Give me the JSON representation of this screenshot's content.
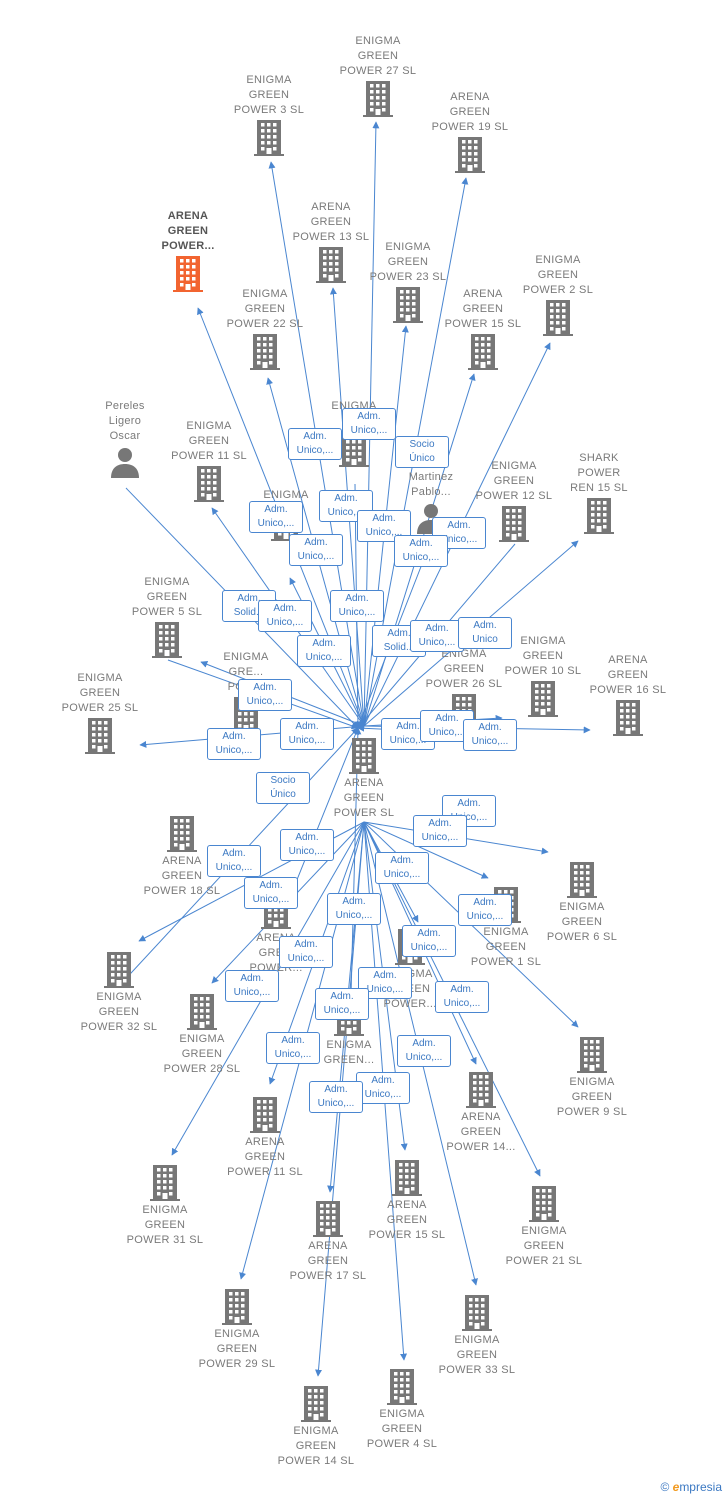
{
  "center": {
    "label": "ARENA\nGREEN\nPOWER  SL",
    "icon": "building-icon"
  },
  "nodes": [
    {
      "id": "n1",
      "label": "ENIGMA\nGREEN\nPOWER 3  SL",
      "icon": "building-icon"
    },
    {
      "id": "n2",
      "label": "ENIGMA\nGREEN\nPOWER 27  SL",
      "icon": "building-icon"
    },
    {
      "id": "n3",
      "label": "ARENA\nGREEN\nPOWER 19  SL",
      "icon": "building-icon"
    },
    {
      "id": "n4",
      "label": "ARENA\nGREEN\nPOWER...",
      "icon": "building-icon",
      "focus": true
    },
    {
      "id": "n5",
      "label": "ARENA\nGREEN\nPOWER 13  SL",
      "icon": "building-icon"
    },
    {
      "id": "n6",
      "label": "ENIGMA\nGREEN\nPOWER 23  SL",
      "icon": "building-icon"
    },
    {
      "id": "n7",
      "label": "ENIGMA\nGREEN\nPOWER 2  SL",
      "icon": "building-icon"
    },
    {
      "id": "n8",
      "label": "ENIGMA\nGREEN\nPOWER 22  SL",
      "icon": "building-icon"
    },
    {
      "id": "n9",
      "label": "ARENA\nGREEN\nPOWER 15  SL",
      "icon": "building-icon"
    },
    {
      "id": "n10",
      "label": "Pereles\nLigero\nOscar",
      "icon": "person-icon"
    },
    {
      "id": "n11",
      "label": "ENIGMA\nGREEN\nPOWER 11  SL",
      "icon": "building-icon"
    },
    {
      "id": "n12",
      "label": "ENIGMA\nG...",
      "icon": "building-icon"
    },
    {
      "id": "n13",
      "label": "...a\nMartinez\nPablo...",
      "icon": "person-icon"
    },
    {
      "id": "n14",
      "label": "ENIGMA\nGREEN\nPOWER 12  SL",
      "icon": "building-icon"
    },
    {
      "id": "n15",
      "label": "SHARK\nPOWER\nREN 15  SL",
      "icon": "building-icon"
    },
    {
      "id": "n16",
      "label": "ENIGMA",
      "icon": "building-icon"
    },
    {
      "id": "n17",
      "label": "ENIGMA\nGREEN\nPOWER 5  SL",
      "icon": "building-icon"
    },
    {
      "id": "n18",
      "label": "ENIGMA\nGREEN\nPOWER 26  SL",
      "icon": "building-icon"
    },
    {
      "id": "n19",
      "label": "ENIGMA\nGREEN\nPOWER 10  SL",
      "icon": "building-icon"
    },
    {
      "id": "n20",
      "label": "ARENA\nGREEN\nPOWER 16  SL",
      "icon": "building-icon"
    },
    {
      "id": "n21",
      "label": "ENIGMA\nGREEN\nPOWER 25  SL",
      "icon": "building-icon"
    },
    {
      "id": "n22",
      "label": "ENIGMA\nGRE...\nPOW...",
      "icon": "building-icon"
    },
    {
      "id": "n23",
      "label": "ARENA\nGREEN\nPOWER 18  SL",
      "icon": "building-icon"
    },
    {
      "id": "n24",
      "label": "ENIGMA\nGREEN\nPOWER 6  SL",
      "icon": "building-icon"
    },
    {
      "id": "n25",
      "label": "ENIGMA\nGREEN\nPOWER 1  SL",
      "icon": "building-icon"
    },
    {
      "id": "n26",
      "label": "ARENA\nGRE...\nPOWER...",
      "icon": "building-icon"
    },
    {
      "id": "n27",
      "label": "ENIGMA\nGREEN\nPOWER 32  SL",
      "icon": "building-icon"
    },
    {
      "id": "n28",
      "label": "ENIGMA\nGREEN\nPOWER 28  SL",
      "icon": "building-icon"
    },
    {
      "id": "n29",
      "label": "ENIGMA\nGREEN\nPOWER 9  SL",
      "icon": "building-icon"
    },
    {
      "id": "n30",
      "label": "ENIGMA\nGREEN\nPOWER...",
      "icon": "building-icon"
    },
    {
      "id": "n31",
      "label": "ENIGMA\nGREEN...",
      "icon": "building-icon"
    },
    {
      "id": "n32",
      "label": "ARENA\nGREEN\nPOWER 14...",
      "icon": "building-icon"
    },
    {
      "id": "n33",
      "label": "ARENA\nGREEN\nPOWER 11  SL",
      "icon": "building-icon"
    },
    {
      "id": "n34",
      "label": "ENIGMA\nGREEN\nPOWER 31  SL",
      "icon": "building-icon"
    },
    {
      "id": "n35",
      "label": "ARENA\nGREEN\nPOWER 15  SL",
      "icon": "building-icon"
    },
    {
      "id": "n36",
      "label": "ENIGMA\nGREEN\nPOWER 21  SL",
      "icon": "building-icon"
    },
    {
      "id": "n37",
      "label": "ARENA\nGREEN\nPOWER 17  SL",
      "icon": "building-icon"
    },
    {
      "id": "n38",
      "label": "ENIGMA\nGREEN\nPOWER 29  SL",
      "icon": "building-icon"
    },
    {
      "id": "n39",
      "label": "ENIGMA\nGREEN\nPOWER 33  SL",
      "icon": "building-icon"
    },
    {
      "id": "n40",
      "label": "ENIGMA\nGREEN\nPOWER 4  SL",
      "icon": "building-icon"
    },
    {
      "id": "n41",
      "label": "ENIGMA\nGREEN\nPOWER 14  SL",
      "icon": "building-icon"
    }
  ],
  "relations": [
    {
      "id": "r1",
      "text": "Adm.\nUnico,..."
    },
    {
      "id": "r2",
      "text": "Adm.\nUnico,..."
    },
    {
      "id": "r3",
      "text": "Socio\nÚnico"
    },
    {
      "id": "r4",
      "text": "Adm.\nUnico,..."
    },
    {
      "id": "r5",
      "text": "Adm.\nUnico,..."
    },
    {
      "id": "r6",
      "text": "Adm.\nUnico,..."
    },
    {
      "id": "r7",
      "text": "Adm.\nUnico,..."
    },
    {
      "id": "r8",
      "text": "Adm.\nUnico,..."
    },
    {
      "id": "r9",
      "text": "Adm.\nUnico,..."
    },
    {
      "id": "r10",
      "text": "Adm.\nSolid..."
    },
    {
      "id": "r11",
      "text": "Adm.\nUnico,..."
    },
    {
      "id": "r12",
      "text": "Adm.\nUnico,..."
    },
    {
      "id": "r13",
      "text": "Adm.\nSolid..."
    },
    {
      "id": "r14",
      "text": "Adm.\nUnico,..."
    },
    {
      "id": "r15",
      "text": "Adm.\nUnico"
    },
    {
      "id": "r16",
      "text": "Adm.\nUnico,..."
    },
    {
      "id": "r17",
      "text": "Adm.\nUnico,..."
    },
    {
      "id": "r18",
      "text": "Adm.\nUnico,..."
    },
    {
      "id": "r19",
      "text": "Adm.\nUnico,..."
    },
    {
      "id": "r20",
      "text": "Adm.\nUnico,..."
    },
    {
      "id": "r21",
      "text": "Adm.\nUnico,..."
    },
    {
      "id": "r22",
      "text": "Adm.\nUnico,..."
    },
    {
      "id": "r23",
      "text": "Socio\nÚnico"
    },
    {
      "id": "r24",
      "text": "Adm.\nUnico,..."
    },
    {
      "id": "r25",
      "text": "Adm.\nUnico,..."
    },
    {
      "id": "r26",
      "text": "Adm.\nUnico,..."
    },
    {
      "id": "r27",
      "text": "Adm.\nUnico,..."
    },
    {
      "id": "r28",
      "text": "Adm.\nUnico,..."
    },
    {
      "id": "r29",
      "text": "Adm.\nUnico,..."
    },
    {
      "id": "r30",
      "text": "Adm.\nUnico,..."
    },
    {
      "id": "r31",
      "text": "Adm.\nUnico,..."
    },
    {
      "id": "r32",
      "text": "Adm.\nUnico,..."
    },
    {
      "id": "r33",
      "text": "Adm.\nUnico,..."
    },
    {
      "id": "r34",
      "text": "Adm.\nUnico,..."
    },
    {
      "id": "r35",
      "text": "Adm.\nUnico,..."
    },
    {
      "id": "r36",
      "text": "Adm.\nUnico,..."
    },
    {
      "id": "r37",
      "text": "Adm.\nUnico,..."
    },
    {
      "id": "r38",
      "text": "Adm.\nUnico,..."
    },
    {
      "id": "r39",
      "text": "Adm.\nUnico,..."
    },
    {
      "id": "r40",
      "text": "Adm.\nUnico,..."
    },
    {
      "id": "r41",
      "text": "Adm.\nUnico,..."
    }
  ],
  "brand": {
    "copyright": "©",
    "name_initial": "e",
    "name_rest": "mpresia"
  },
  "colors": {
    "edge": "#4a86d0",
    "node_icon": "#777777",
    "focus_icon": "#f26430",
    "label": "#7a7a7a",
    "tag_border": "#4a86d0"
  }
}
